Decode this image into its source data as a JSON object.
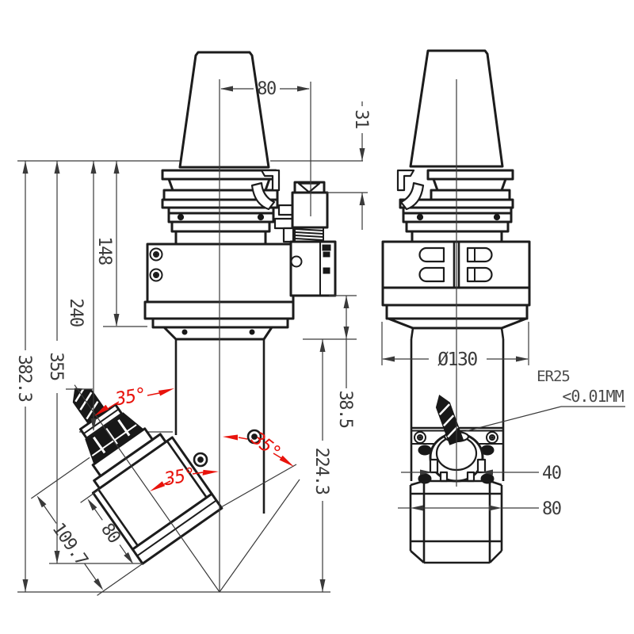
{
  "title": "35 degree angle head tool holder - engineering drawing, two views",
  "colors": {
    "line": "#1c1c1c",
    "dimension_text": "#3a3a3a",
    "annotation_red": "#e8130c",
    "background": "#ffffff"
  },
  "labels": {
    "dim_80_top": "80",
    "dim_31": "31",
    "dim_148": "148",
    "dim_240": "240",
    "dim_355": "355",
    "dim_382_3": "382.3",
    "angle_spindle": "35°",
    "angle_axis": "35°",
    "angle_face": "35°",
    "dim_109_7": "109.7",
    "dim_80_head": "80",
    "dim_224_3": "224.3",
    "dim_38_5": "38.5",
    "dim_dia_130": "Ø130",
    "collet_type": "ER25",
    "runout": "<0.01MM",
    "dim_40": "40",
    "dim_80_bottom": "80"
  }
}
